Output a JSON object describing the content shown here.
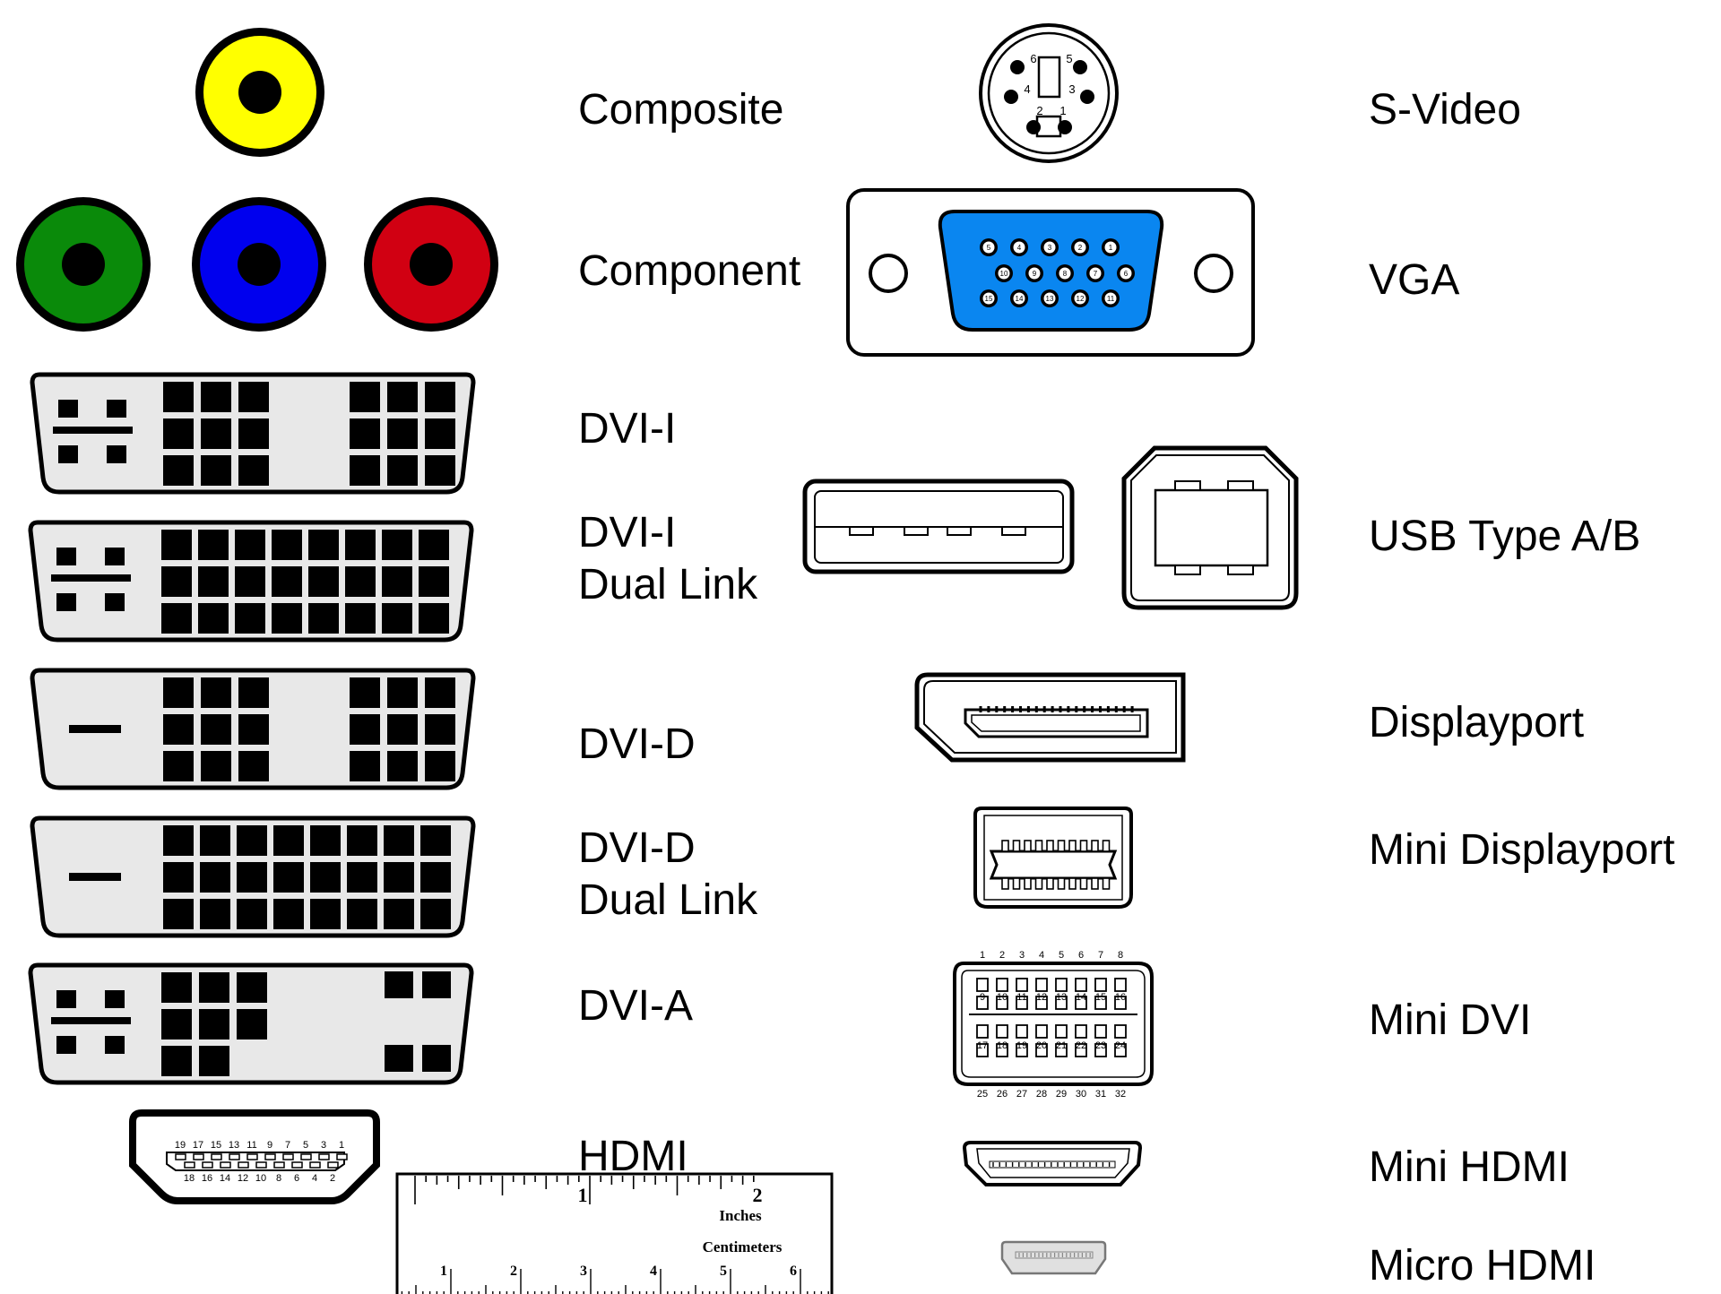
{
  "labels": {
    "composite": "Composite",
    "component": "Component",
    "dvi_i": "DVI-I",
    "dvi_i_dual_1": "DVI-I",
    "dvi_i_dual_2": "Dual Link",
    "dvi_d": "DVI-D",
    "dvi_d_dual_1": "DVI-D",
    "dvi_d_dual_2": "Dual Link",
    "dvi_a": "DVI-A",
    "hdmi": "HDMI",
    "s_video": "S-Video",
    "vga": "VGA",
    "usb": "USB Type A/B",
    "displayport": "Displayport",
    "mini_displayport": "Mini Displayport",
    "mini_dvi": "Mini DVI",
    "mini_hdmi": "Mini HDMI",
    "micro_hdmi": "Micro HDMI"
  },
  "colors": {
    "composite": "#ffff00",
    "component_green": "#0a8a0a",
    "component_blue": "#0000ee",
    "component_red": "#d10012",
    "vga_blue": "#0a86f0",
    "connector_fill": "#e8e8e8"
  },
  "svideo_pins": [
    "1",
    "2",
    "3",
    "4",
    "5",
    "6"
  ],
  "vga_pins": {
    "row1": [
      "5",
      "4",
      "3",
      "2",
      "1"
    ],
    "row2": [
      "10",
      "9",
      "8",
      "7",
      "6"
    ],
    "row3": [
      "15",
      "14",
      "13",
      "12",
      "11"
    ]
  },
  "hdmi_pins": {
    "top": [
      "19",
      "17",
      "15",
      "13",
      "11",
      "9",
      "7",
      "5",
      "3",
      "1"
    ],
    "bottom": [
      "18",
      "16",
      "14",
      "12",
      "10",
      "8",
      "6",
      "4",
      "2"
    ]
  },
  "mini_dvi_pins": {
    "row1": [
      "1",
      "2",
      "3",
      "4",
      "5",
      "6",
      "7",
      "8"
    ],
    "row2": [
      "9",
      "10",
      "11",
      "12",
      "13",
      "14",
      "15",
      "16"
    ],
    "row3": [
      "17",
      "18",
      "19",
      "20",
      "21",
      "22",
      "23",
      "24"
    ],
    "row4": [
      "25",
      "26",
      "27",
      "28",
      "29",
      "30",
      "31",
      "32"
    ]
  },
  "ruler": {
    "inches_label": "Inches",
    "centimeters_label": "Centimeters",
    "inch_numbers": [
      "1",
      "2"
    ],
    "cm_numbers": [
      "1",
      "2",
      "3",
      "4",
      "5",
      "6"
    ]
  }
}
